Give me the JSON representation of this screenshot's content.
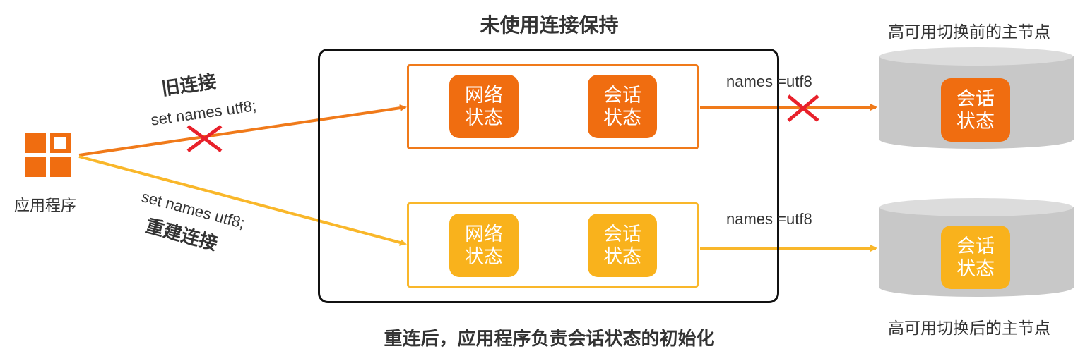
{
  "title_top": "未使用连接保持",
  "title_bottom": "重连后，应用程序负责会话状态的初始化",
  "app": {
    "label": "应用程序"
  },
  "old_connection": {
    "label": "旧连接",
    "command": "set names utf8;",
    "network_state": "网络\n状态",
    "session_state": "会话\n状态",
    "server_param": "names =utf8"
  },
  "new_connection": {
    "label": "重建连接",
    "command": "set names utf8;",
    "network_state": "网络\n状态",
    "session_state": "会话\n状态",
    "server_param": "names =utf8"
  },
  "primary_before": {
    "caption": "高可用切换前的主节点",
    "session_state": "会话\n状态"
  },
  "primary_after": {
    "caption": "高可用切换后的主节点",
    "session_state": "会话\n状态"
  },
  "colors": {
    "orange": "#f06d10",
    "yellow": "#f9b21c",
    "cross": "#e8212b",
    "db": "#c8c8c8"
  }
}
